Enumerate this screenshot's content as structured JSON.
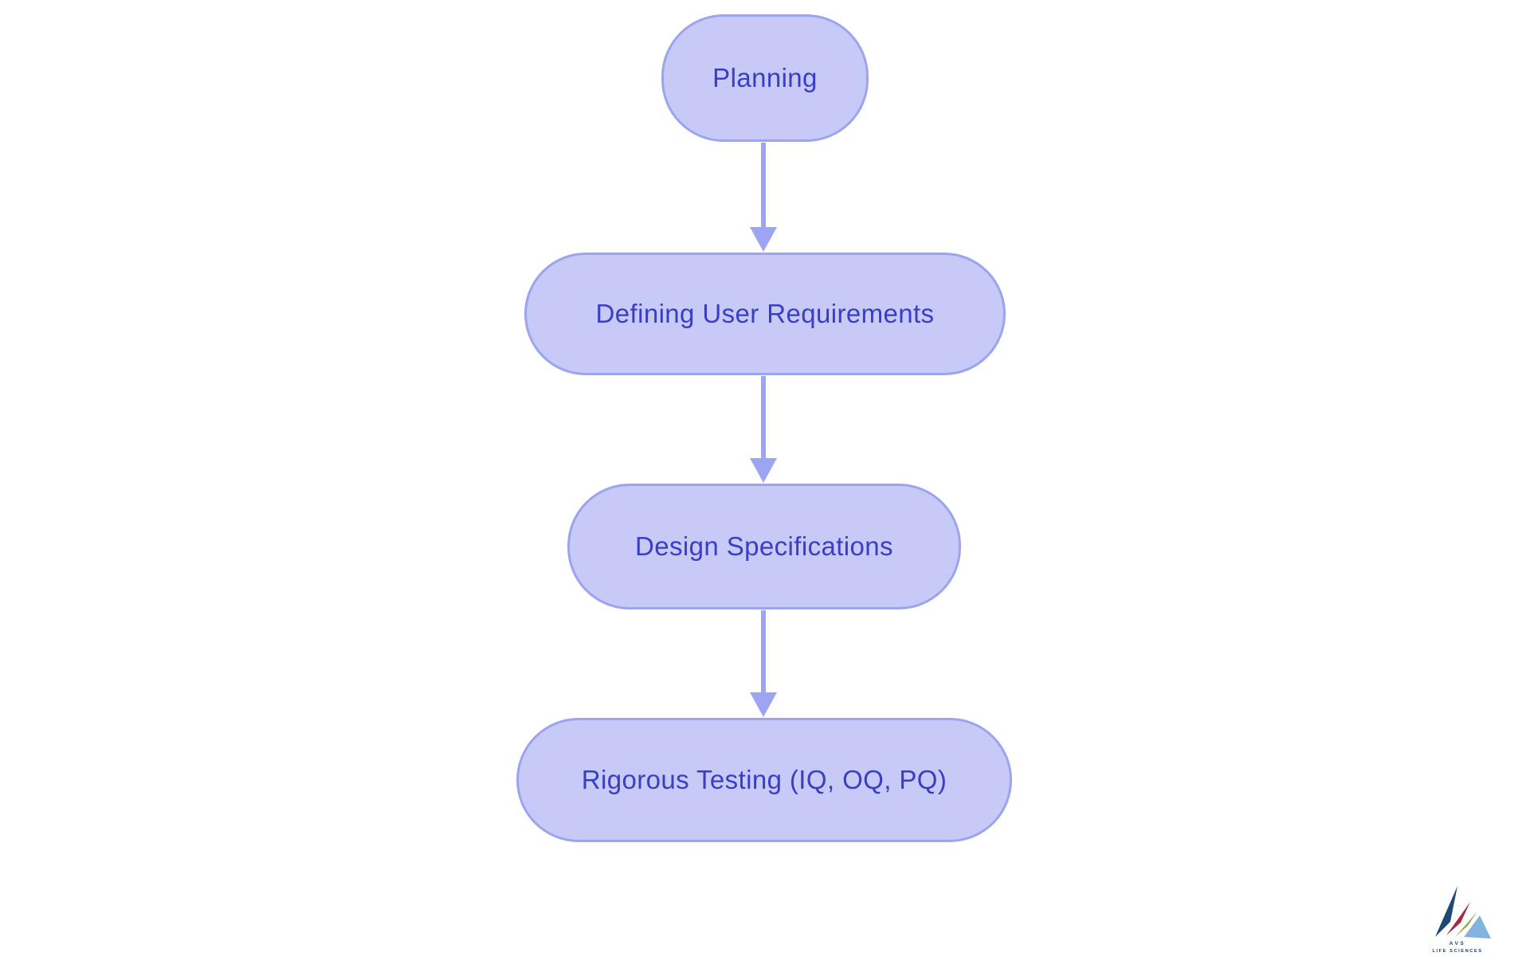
{
  "diagram": {
    "type": "flowchart",
    "direction": "top-down",
    "nodes": [
      {
        "id": "planning",
        "label": "Planning"
      },
      {
        "id": "defining-user-requirements",
        "label": "Defining User Requirements"
      },
      {
        "id": "design-specifications",
        "label": "Design Specifications"
      },
      {
        "id": "rigorous-testing",
        "label": "Rigorous Testing (IQ, OQ, PQ)"
      }
    ],
    "edges": [
      {
        "from": "planning",
        "to": "defining-user-requirements"
      },
      {
        "from": "defining-user-requirements",
        "to": "design-specifications"
      },
      {
        "from": "design-specifications",
        "to": "rigorous-testing"
      }
    ],
    "colors": {
      "background": "#ffffff",
      "node_fill": "#c7caf7",
      "node_border": "#9ca3ef",
      "node_text": "#3a3ec2",
      "arrow": "#9da4f2"
    }
  },
  "logo": {
    "line1": "AVS",
    "line2": "LIFE SCIENCES",
    "colors": {
      "navy": "#1c4976",
      "red": "#a42b3c",
      "green": "#97ab52",
      "light_blue": "#83b4de",
      "text": "#1d4066"
    }
  }
}
